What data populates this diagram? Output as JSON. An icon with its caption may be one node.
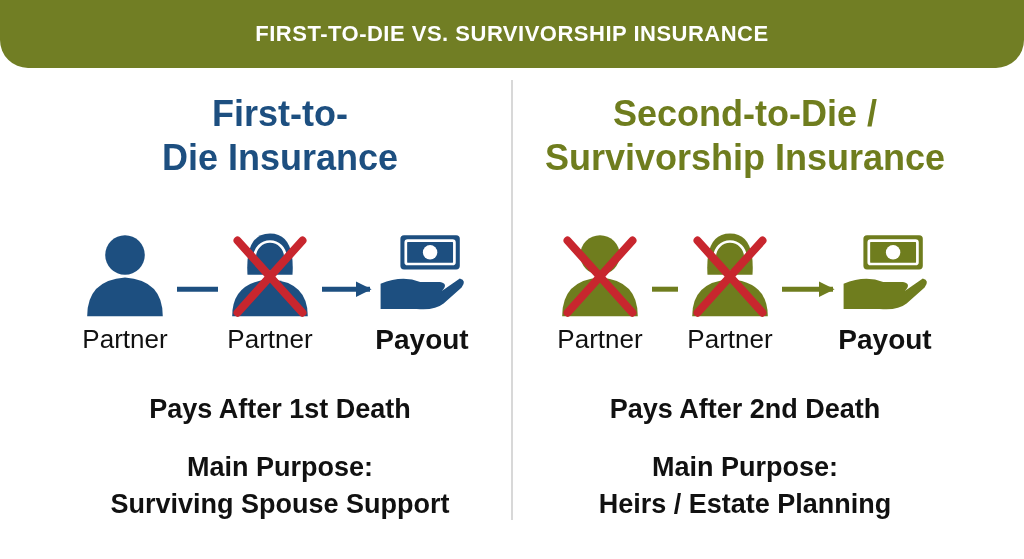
{
  "diagram": {
    "title": "FIRST-TO-DIE VS. SURVIVORSHIP INSURANCE",
    "nodes": [
      {
        "text": [
          "Partner"
        ]
      },
      {
        "text": [
          "Partner"
        ]
      },
      {
        "text": [
          "Payout"
        ]
      },
      {
        "text": [
          "Partner"
        ]
      },
      {
        "text": [
          "Partner"
        ]
      },
      {
        "text": [
          "Payout"
        ]
      }
    ],
    "edges": [
      {
        "from": 0,
        "to": 1,
        "arrow": "none",
        "color": "#1d4f80"
      },
      {
        "from": 1,
        "to": 2,
        "arrow": "to",
        "color": "#1d4f80"
      },
      {
        "from": 3,
        "to": 4,
        "arrow": "none",
        "color": "#6f7d1e"
      },
      {
        "from": 4,
        "to": 5,
        "arrow": "to",
        "color": "#6f7d1e"
      }
    ],
    "labels": [
      "First-to-Die Insurance",
      "Second-to-Die / Survivorship Insurance",
      "Pays After 1st Death",
      "Pays After 2nd Death",
      "Main Purpose:",
      "Main Purpose:",
      "Surviving Spouse Support",
      "Heirs / Estate Planning"
    ]
  }
}
